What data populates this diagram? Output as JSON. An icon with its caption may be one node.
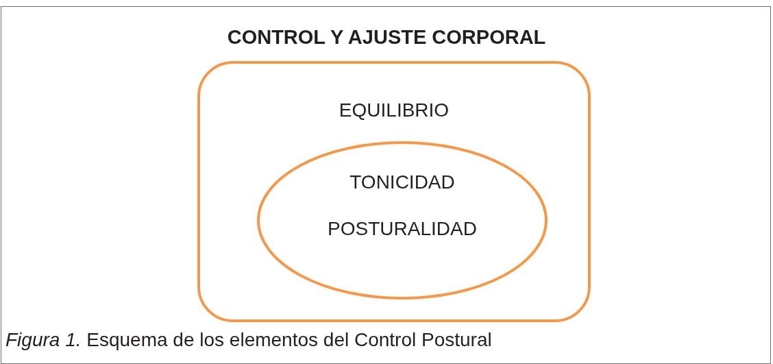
{
  "diagram": {
    "title": "CONTROL Y AJUSTE CORPORAL",
    "caption": "*Figura 1.* Esquema de los elementos del Control Postural",
    "nodes": [
      {
        "text": [
          "EQUILIBRIO"
        ]
      },
      {
        "text": [
          "TONICIDAD",
          "POSTURALIDAD"
        ],
        "in": 0
      }
    ]
  }
}
